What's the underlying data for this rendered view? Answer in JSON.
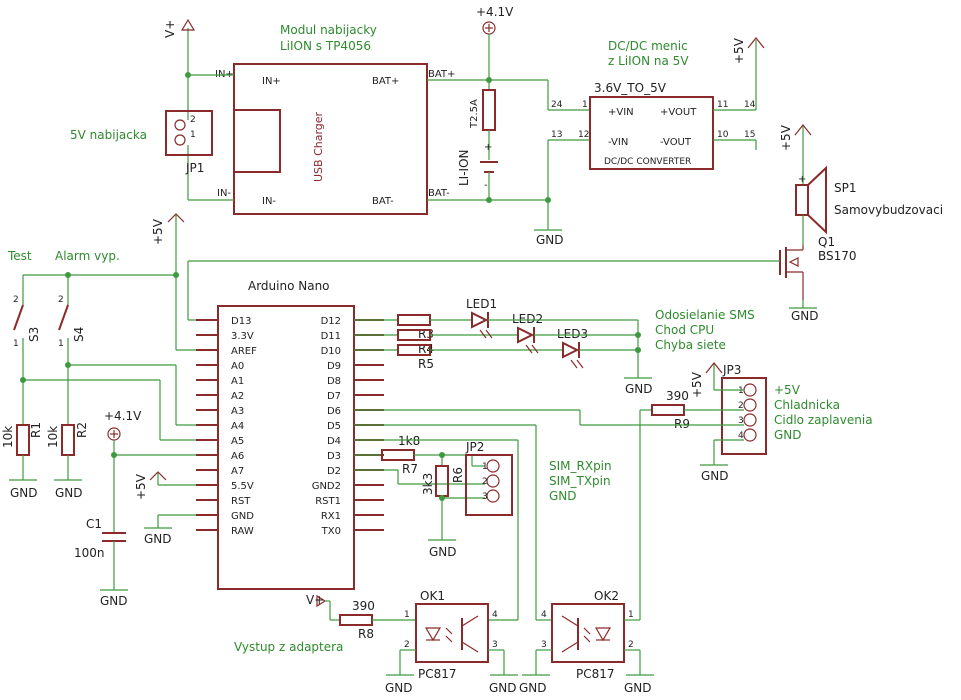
{
  "supplies": {
    "vplus": "V+",
    "v41": "+4.1V",
    "v5": "+5V",
    "gnd": "GND"
  },
  "labels": {
    "modul1": "Modul nabijacky",
    "modul2": "LiION s TP4056",
    "dcdc1": "DC/DC menic",
    "dcdc2": "z LiION na 5V",
    "nabijacka": "5V nabijacka",
    "test": "Test",
    "alarm": "Alarm vyp.",
    "vystup": "Vystup z adaptera",
    "sms": "Odosielanie SMS",
    "cpu": "Chod CPU",
    "siete": "Chyba siete",
    "p5v": "+5V",
    "chladnicka": "Chladnicka",
    "cidlo": "Cidlo zaplavenia",
    "gndlbl": "GND",
    "rx": "SIM_RXpin",
    "tx": "SIM_TXpin",
    "simgnd": "GND"
  },
  "parts": {
    "jp1": "JP1",
    "charger": "USB Charger",
    "in_plus": "IN+",
    "in_minus": "IN-",
    "bat_plus": "BAT+",
    "bat_minus": "BAT-",
    "t25": "T2.5A",
    "liion": "LI-ION",
    "dcdc_value": "3.6V_TO_5V",
    "vin_p": "+VIN",
    "vin_m": "-VIN",
    "vout_p": "+VOUT",
    "vout_m": "-VOUT",
    "dcdc_name": "DC/DC CONVERTER",
    "n24": "24",
    "n1": "1",
    "n11": "11",
    "n14": "14",
    "n13": "13",
    "n12": "12",
    "n10": "10",
    "n15": "15",
    "sp1": "SP1",
    "samo": "Samovybudzovaci",
    "q1": "Q1",
    "bs170": "BS170",
    "s3": "S3",
    "s4": "S4",
    "r1": "R1",
    "r1v": "10k",
    "r2": "R2",
    "r2v": "10k",
    "c1": "C1",
    "c1v": "100n",
    "arduino": "Arduino Nano",
    "led1": "LED1",
    "led2": "LED2",
    "led3": "LED3",
    "r3": "R3",
    "r4": "R4",
    "r5": "R5",
    "jp3": "JP3",
    "r9v": "390",
    "r9": "R9",
    "r7v": "1k8",
    "r7": "R7",
    "r6v": "3k3",
    "r6": "R6",
    "jp2": "JP2",
    "r8v": "390",
    "r8": "R8",
    "ok1": "OK1",
    "ok2": "OK2",
    "pc817": "PC817"
  },
  "arduino_left_pins": [
    "D13",
    "3.3V",
    "AREF",
    "A0",
    "A1",
    "A2",
    "A3",
    "A4",
    "A5",
    "A6",
    "A7",
    "5.5V",
    "RST",
    "GND",
    "RAW"
  ],
  "arduino_right_pins": [
    "D12",
    "D11",
    "D10",
    "D9",
    "D8",
    "D7",
    "D6",
    "D5",
    "D4",
    "D3",
    "D2",
    "GND2",
    "RST1",
    "RX1",
    "TX0"
  ]
}
